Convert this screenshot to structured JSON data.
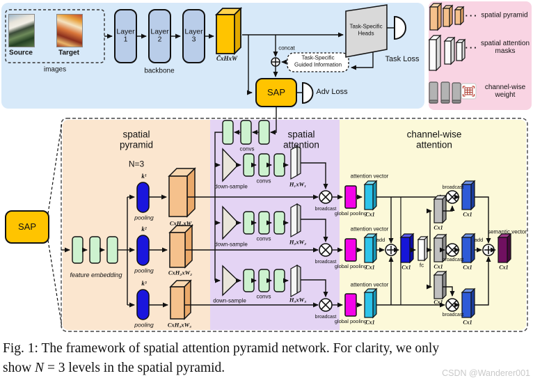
{
  "top_panel": {
    "source_label": "Source",
    "target_label": "Target",
    "images_label": "images",
    "layers": [
      "Layer 1",
      "Layer 2",
      "Layer 3"
    ],
    "backbone_label": "backbone",
    "feature_dims": "C̃xHxW",
    "concat_label": "concat",
    "guided_info_line1": "Task-Specific",
    "guided_info_line2": "Guided Information",
    "heads_line1": "Task-Specific",
    "heads_line2": "Heads",
    "task_loss": "Task Loss",
    "sap": "SAP",
    "adv_loss": "Adv Loss"
  },
  "legend": {
    "dots": "···",
    "items": [
      {
        "label": "spatial pyramid"
      },
      {
        "label": "spatial attention masks"
      },
      {
        "label": "channel-wise weight"
      }
    ],
    "grid_icon": "channel-grid-icon"
  },
  "diagram": {
    "sap": "SAP",
    "titles": {
      "pyramid": "spatial pyramid",
      "attention": "spatial attention",
      "channel": "channel-wise attention"
    },
    "n_label": "N=3",
    "feature_embedding": "feature embedding",
    "pooling": "pooling",
    "k": [
      "k¹",
      "k²",
      "k³"
    ],
    "pyramid_dims": [
      "CxH₁xW₁",
      "CxH₂xW₂",
      "CxH₃xW₃"
    ],
    "convs": "convs",
    "down_sample": "down-sample",
    "mask_dims": [
      "H₁xW₁",
      "H₂xW₂",
      "H₃xW₃"
    ],
    "broadcast": "broadcast",
    "global_pooling": "global pooling",
    "attention_vector": "attention vector",
    "cx1": "Cx1",
    "add": "add",
    "fc": "fc",
    "semantic_vector": "semantic vector"
  },
  "caption": {
    "line1": "Fig. 1: The framework of spatial attention pyramid network. For clarity, we only",
    "line2_pre": "show ",
    "line2_n": "N",
    "line2_post": " = 3 levels in the spatial pyramid.",
    "watermark": "CSDN @Wanderer001"
  },
  "colors": {
    "panel_blue": "#d7e9f9",
    "legend_pink": "#f9d4e3",
    "pyramid_peach": "#fbe6cf",
    "attention_lavender": "#e4d4f4",
    "channel_yellow": "#fcf9d9",
    "accent_yellow": "#ffc400",
    "layer_blue": "#b9cde9",
    "conv_green": "#cdf2cf",
    "pool_blue": "#1a16dd",
    "pyramid_orange": "#f5c18c",
    "mask_white": "#f4f4f4",
    "pooling_magenta": "#f403e8",
    "vector_cyan": "#2ec4ea",
    "sum_blue": "#1616d9",
    "weight_gray": "#bfbfbf",
    "weighted_blue": "#2e5bd7",
    "semantic_purple": "#701060"
  }
}
